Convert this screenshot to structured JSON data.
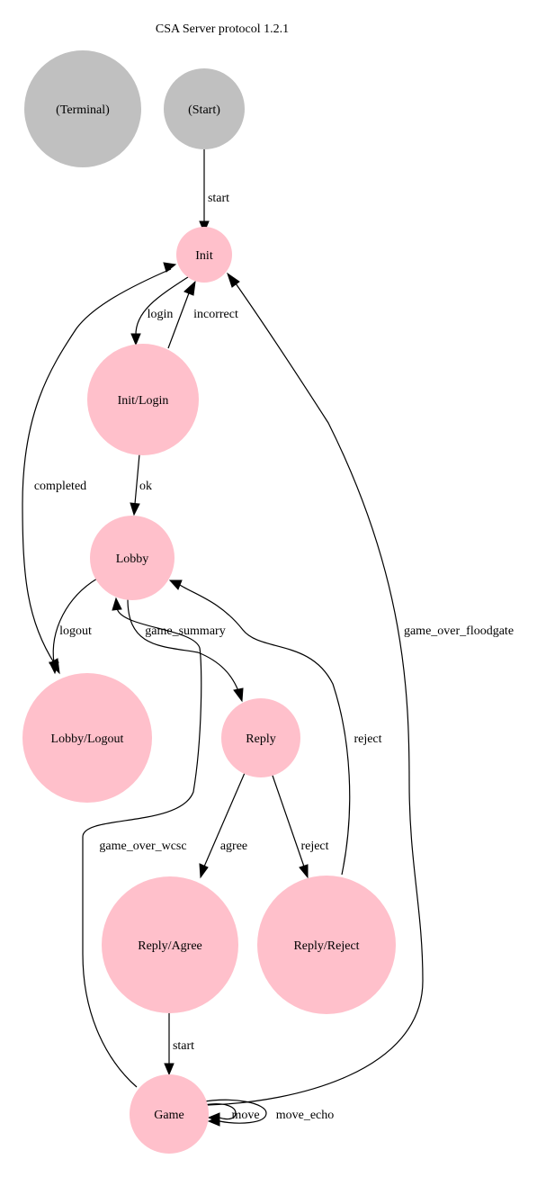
{
  "title": "CSA Server protocol 1.2.1",
  "colors": {
    "pseudo_node": "#c0c0c0",
    "state_node": "#ffc0cb",
    "edge": "#000000"
  },
  "nodes": {
    "terminal": "(Terminal)",
    "start": "(Start)",
    "init": "Init",
    "init_login": "Init/Login",
    "lobby": "Lobby",
    "lobby_logout": "Lobby/Logout",
    "reply": "Reply",
    "reply_agree": "Reply/Agree",
    "reply_reject": "Reply/Reject",
    "game": "Game"
  },
  "edges": {
    "start_to_init": "start",
    "init_to_login": "login",
    "login_to_init": "incorrect",
    "login_to_lobby": "ok",
    "init_to_logout": "completed",
    "lobby_to_logout": "logout",
    "lobby_to_reply": "game_summary",
    "reject_to_lobby": "reject",
    "game_to_init": "game_over_floodgate",
    "game_to_lobby": "game_over_wcsc",
    "reply_to_agree": "agree",
    "reply_to_reject": "reject",
    "agree_to_game": "start",
    "game_move": "move",
    "game_move_echo": "move_echo"
  }
}
